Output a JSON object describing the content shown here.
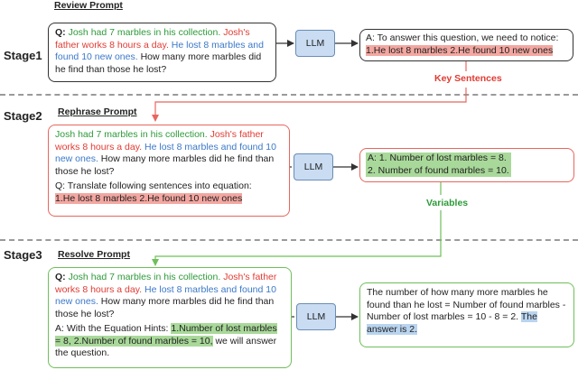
{
  "stage1": {
    "label": "Stage1",
    "title": "Review Prompt",
    "q_prefix": "Q: ",
    "q_green": "Josh had 7 marbles in his collection.",
    "q_red": "Josh's father works 8 hours a day.",
    "q_blue": "He lost 8 marbles and found 10 new ones.",
    "q_rest": "How many more marbles did he find than those he lost?",
    "llm": "LLM",
    "answer_line": "A: To answer this question, we need to notice:",
    "answer_hl": "1.He lost 8 marbles 2.He found 10 new ones"
  },
  "key_sentences_label": "Key Sentences",
  "stage2": {
    "label": "Stage2",
    "title": "Rephrase Prompt",
    "q_green": "Josh had 7 marbles in his collection.",
    "q_red": "Josh's father works 8 hours a day.",
    "q_blue": "He lost 8 marbles and found 10 new ones.",
    "q_rest": "How many more marbles did he find than those he lost?",
    "instruction": "Q: Translate following sentences into equation:",
    "instruction_hl": "1.He lost 8 marbles 2.He found 10 new ones",
    "llm": "LLM",
    "answer_hl": "A: 1. Number of lost marbles = 8.\n2. Number of found marbles = 10."
  },
  "variables_label": "Variables",
  "stage3": {
    "label": "Stage3",
    "title": "Resolve Prompt",
    "q_prefix": "Q: ",
    "q_green": "Josh had 7 marbles in his collection.",
    "q_red": "Josh's father works 8 hours a day.",
    "q_blue": "He lost 8 marbles and found 10 new ones.",
    "q_rest": "How many more marbles did he find than those he lost?",
    "hint_prefix": "A: With the Equation Hints: ",
    "hint_hl": "1.Number of lost marbles = 8, 2.Number of found marbles = 10,",
    "hint_rest": "we will answer the question.",
    "llm": "LLM",
    "answer_text": "The number of how many more marbles he found than he lost = Number of found marbles - Number of lost marbles = 10 - 8 = 2.",
    "answer_hl": "The answer is 2."
  }
}
